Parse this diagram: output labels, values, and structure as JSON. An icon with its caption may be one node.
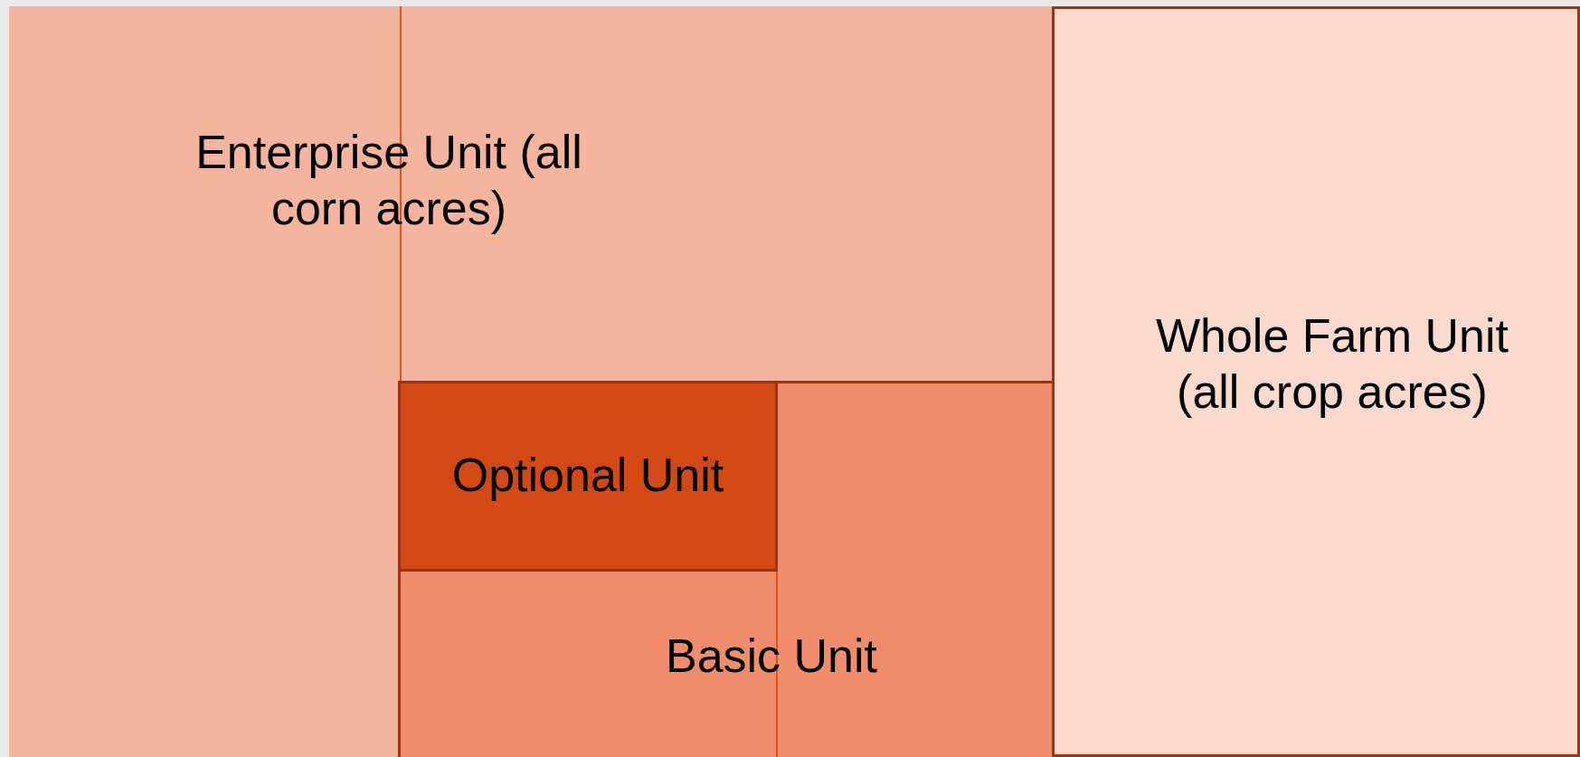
{
  "diagram": {
    "nodes": [
      {
        "text": [
          "Whole Farm Unit (all crop acres)"
        ]
      },
      {
        "text": [
          "Enterprise Unit (all corn acres)"
        ],
        "in": 0
      },
      {
        "text": [
          "Basic Unit"
        ],
        "in": 1
      },
      {
        "text": [
          "Optional Unit"
        ],
        "in": 2
      }
    ]
  }
}
